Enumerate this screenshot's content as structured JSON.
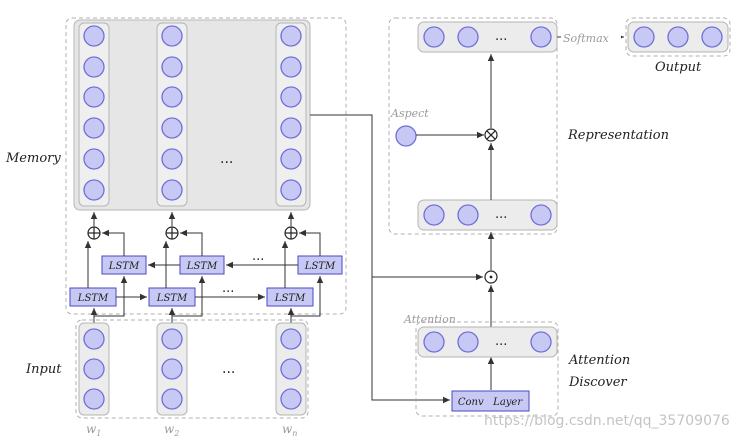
{
  "labels": {
    "memory": "Memory",
    "input": "Input",
    "aspect": "Aspect",
    "representation": "Representation",
    "softmax": "Softmax",
    "output": "Output",
    "attention": "Attention",
    "attention_discover_1": "Attention",
    "attention_discover_2": "Discover",
    "conv_layer": "Conv   Layer",
    "lstm": "LSTM",
    "ellipsis": "...",
    "w1": "w",
    "w1_sub": "1",
    "w2": "w",
    "w2_sub": "2",
    "wn": "w",
    "wn_sub": "n"
  },
  "watermark": "https://blog.csdn.net/qq_35709076",
  "colors": {
    "node_fill": "#c8c8f4",
    "node_stroke": "#6f6fd8",
    "lstm_fill": "#c8c8f4",
    "lstm_stroke": "#4a4ac0",
    "column_fill": "#ededed",
    "column_stroke": "#b5b5b5",
    "dashed_border": "#b0b0b0",
    "arrow": "#333333"
  }
}
